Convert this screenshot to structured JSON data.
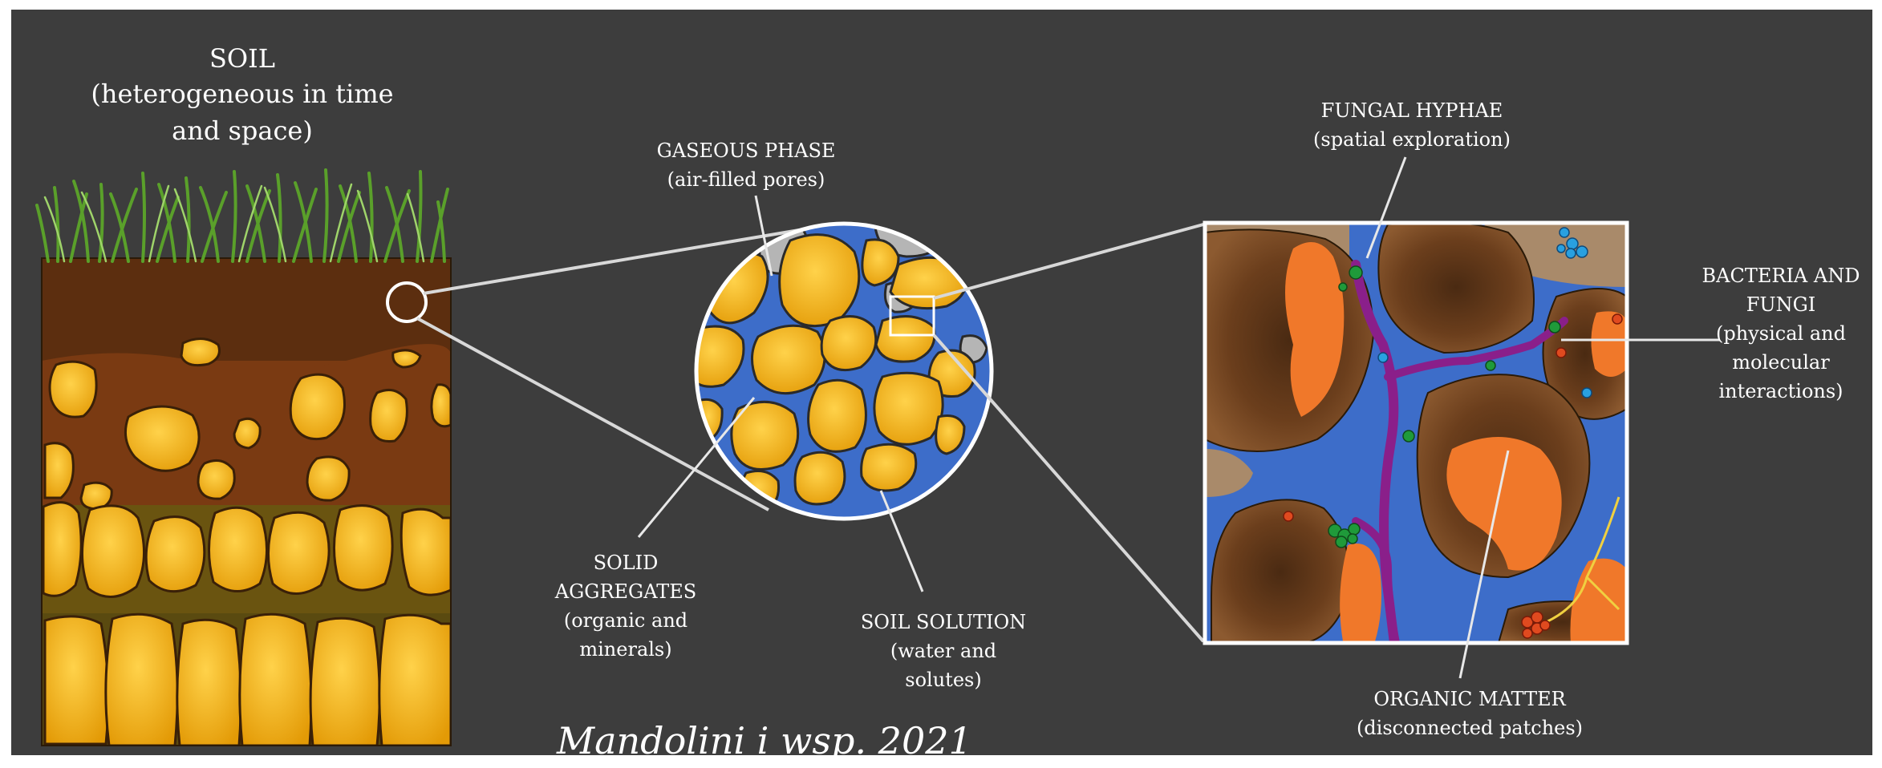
{
  "soil": {
    "title": "SOIL",
    "subtitle_line1": "(heterogeneous in time",
    "subtitle_line2": "and space)"
  },
  "gaseous_phase": {
    "title": "GASEOUS PHASE",
    "note": "(air-filled  pores)"
  },
  "solid_aggregates": {
    "line1": "SOLID",
    "line2": "AGGREGATES",
    "note_line1": "(organic and",
    "note_line2": "minerals)"
  },
  "soil_solution": {
    "title": "SOIL SOLUTION",
    "note_line1": "(water and",
    "note_line2": "solutes)"
  },
  "fungal_hyphae": {
    "title": "FUNGAL HYPHAE",
    "note": "(spatial  exploration)"
  },
  "bacteria_fungi": {
    "line1": "BACTERIA  AND",
    "line2": "FUNGI",
    "note_line1": "(physical  and",
    "note_line2": "molecular",
    "note_line3": "interactions)"
  },
  "organic_matter": {
    "title": "ORGANIC  MATTER",
    "note": "(disconnected  patches)"
  },
  "citation": "Mandolini i wsp. 2021",
  "colors": {
    "background": "#3d3d3d",
    "topsoil": "#5c2e0f",
    "subsoil": "#7a3a12",
    "olive": "#6a5410",
    "aggregate": "#f5b50c",
    "water": "#3d6dc9",
    "air": "#b5b5b5",
    "organic_matter": "#f0782a",
    "mineral_brown": "#7a4a22",
    "hyphae": "#8a1f8a",
    "bacteria_green": "#1f9a3a",
    "bacteria_blue": "#29a0e0",
    "bacteria_red": "#e04a1f"
  }
}
